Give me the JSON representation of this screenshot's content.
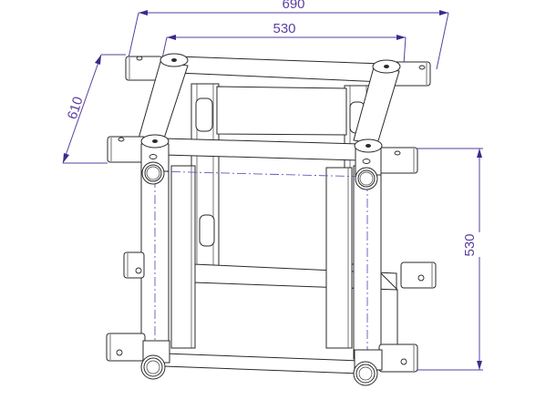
{
  "drawing": {
    "subject": "Square truss corner block technical drawing",
    "dimensions": {
      "top_outer_width": "690",
      "top_inner_width": "530",
      "depth_diagonal": "610",
      "right_height": "530"
    },
    "colors": {
      "dimension_lines": "#5a3fa0",
      "outline": "#2a2a2a",
      "centerline": "#6a55b8",
      "background": "#ffffff"
    }
  }
}
